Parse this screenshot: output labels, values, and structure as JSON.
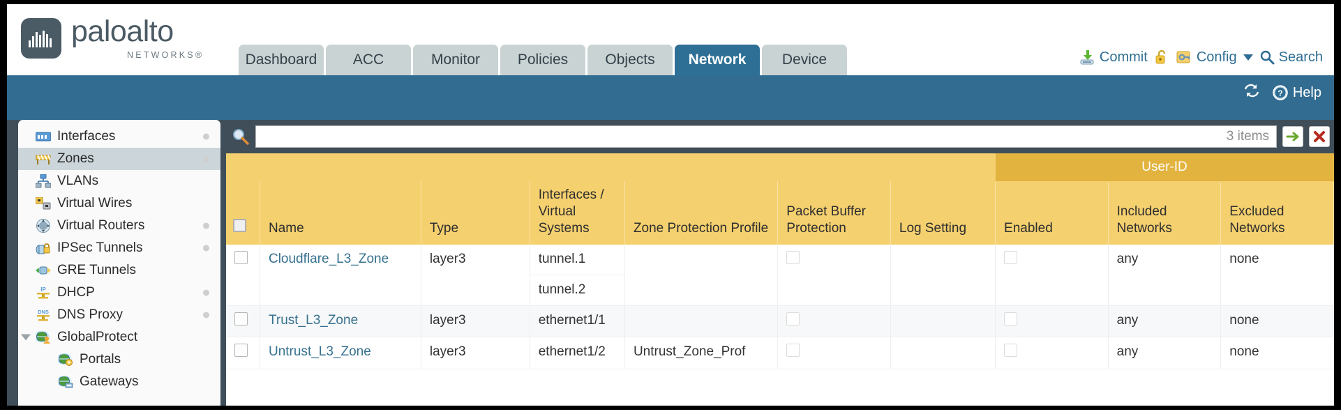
{
  "brand": {
    "name": "paloalto",
    "tagline": "NETWORKS®",
    "logo_color": "#4a5b66"
  },
  "header": {
    "tabs": [
      {
        "label": "Dashboard",
        "active": false
      },
      {
        "label": "ACC",
        "active": false
      },
      {
        "label": "Monitor",
        "active": false
      },
      {
        "label": "Policies",
        "active": false
      },
      {
        "label": "Objects",
        "active": false
      },
      {
        "label": "Network",
        "active": true
      },
      {
        "label": "Device",
        "active": false
      }
    ],
    "toolbar": {
      "commit_label": "Commit",
      "config_label": "Config",
      "search_label": "Search",
      "commit_icon": "commit-disk-icon",
      "lock_icon": "unlocked-padlock-icon",
      "config_icon": "config-key-icon",
      "search_icon": "magnifier-icon",
      "link_color": "#2e6d93"
    }
  },
  "blueband": {
    "refresh_icon": "refresh-icon",
    "help_label": "Help",
    "help_icon": "question-circle-icon",
    "background": "#336c91"
  },
  "sidebar": {
    "items": [
      {
        "label": "Interfaces",
        "icon": "interfaces-icon",
        "selected": false,
        "dot": true,
        "child": false,
        "expander": false
      },
      {
        "label": "Zones",
        "icon": "zones-icon",
        "selected": true,
        "dot": true,
        "child": false,
        "expander": false
      },
      {
        "label": "VLANs",
        "icon": "vlans-icon",
        "selected": false,
        "dot": false,
        "child": false,
        "expander": false
      },
      {
        "label": "Virtual Wires",
        "icon": "virtual-wires-icon",
        "selected": false,
        "dot": false,
        "child": false,
        "expander": false
      },
      {
        "label": "Virtual Routers",
        "icon": "virtual-routers-icon",
        "selected": false,
        "dot": true,
        "child": false,
        "expander": false
      },
      {
        "label": "IPSec Tunnels",
        "icon": "ipsec-tunnels-icon",
        "selected": false,
        "dot": true,
        "child": false,
        "expander": false
      },
      {
        "label": "GRE Tunnels",
        "icon": "gre-tunnels-icon",
        "selected": false,
        "dot": false,
        "child": false,
        "expander": false
      },
      {
        "label": "DHCP",
        "icon": "dhcp-icon",
        "selected": false,
        "dot": true,
        "child": false,
        "expander": false
      },
      {
        "label": "DNS Proxy",
        "icon": "dns-proxy-icon",
        "selected": false,
        "dot": true,
        "child": false,
        "expander": false
      },
      {
        "label": "GlobalProtect",
        "icon": "globalprotect-icon",
        "selected": false,
        "dot": false,
        "child": false,
        "expander": true
      },
      {
        "label": "Portals",
        "icon": "portals-icon",
        "selected": false,
        "dot": false,
        "child": true,
        "expander": false
      },
      {
        "label": "Gateways",
        "icon": "gateways-icon",
        "selected": false,
        "dot": false,
        "child": true,
        "expander": false
      }
    ]
  },
  "search": {
    "value": "",
    "placeholder": "",
    "item_count": "3 items",
    "apply_icon": "green-arrow-icon",
    "clear_icon": "red-x-icon",
    "magnifier_icon": "magnifier-icon"
  },
  "table": {
    "group_header": {
      "label": "User-ID",
      "span": 3
    },
    "columns": [
      "Name",
      "Type",
      "Interfaces / Virtual Systems",
      "Zone Protection Profile",
      "Packet Buffer Protection",
      "Log Setting",
      "Enabled",
      "Included Networks",
      "Excluded Networks"
    ],
    "header_color": "#f5d06f",
    "group_header_color": "#e2b33e",
    "rows": [
      {
        "selected": false,
        "name": "Cloudflare_L3_Zone",
        "type": "layer3",
        "interfaces": [
          "tunnel.1",
          "tunnel.2"
        ],
        "zone_protection_profile": "",
        "packet_buffer_protection": false,
        "log_setting": "",
        "user_id_enabled": false,
        "included_networks": "any",
        "excluded_networks": "none"
      },
      {
        "selected": false,
        "name": "Trust_L3_Zone",
        "type": "layer3",
        "interfaces": [
          "ethernet1/1"
        ],
        "zone_protection_profile": "",
        "packet_buffer_protection": false,
        "log_setting": "",
        "user_id_enabled": false,
        "included_networks": "any",
        "excluded_networks": "none"
      },
      {
        "selected": false,
        "name": "Untrust_L3_Zone",
        "type": "layer3",
        "interfaces": [
          "ethernet1/2"
        ],
        "zone_protection_profile": "Untrust_Zone_Prof",
        "packet_buffer_protection": false,
        "log_setting": "",
        "user_id_enabled": false,
        "included_networks": "any",
        "excluded_networks": "none"
      }
    ]
  }
}
